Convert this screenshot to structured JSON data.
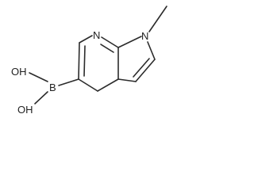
{
  "molecule": {
    "atoms": {
      "ring_nitrogen": "N",
      "methyl_nitrogen": "N",
      "boron": "B",
      "hydroxyl_upper": "OH",
      "hydroxyl_lower": "OH"
    }
  }
}
